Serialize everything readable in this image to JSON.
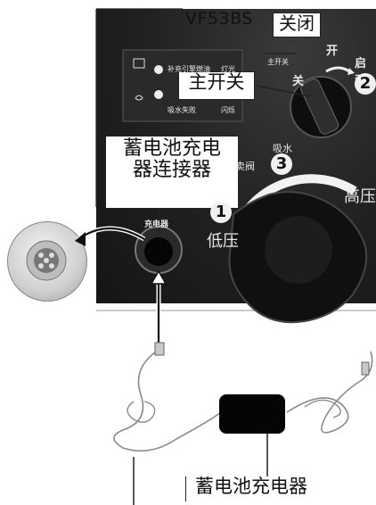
{
  "header": {
    "model": "VF53BS"
  },
  "callouts": {
    "close": "关闭",
    "main_switch": "主开关",
    "charger_connector_line1": "蓄电池充电",
    "charger_connector_line2": "器连接器",
    "battery_charger": "蓄电池充电器"
  },
  "panel": {
    "indicator_row1": "补充引擎燃油",
    "indicator_row1_right": "灯光",
    "indicator_row2": "吸水失败",
    "indicator_row2_right": "闪烁",
    "switch_small_label": "主开关",
    "switch_on": "开",
    "switch_off": "关",
    "start_label": "启动",
    "suction_label": "吸水",
    "valve_label": "卖阀",
    "charger_port_label": "充电器",
    "low_pressure": "低压",
    "high_pressure": "高压"
  },
  "steps": {
    "one": "1",
    "two": "2",
    "three": "3"
  },
  "colors": {
    "panel_background": "#1c1c1c",
    "callout_border": "#222222",
    "charger_body": "#050505",
    "cable": "#8a8a8a"
  },
  "icons": [
    "fuel-icon",
    "water-icon",
    "arrow-icon",
    "connector-icon"
  ]
}
